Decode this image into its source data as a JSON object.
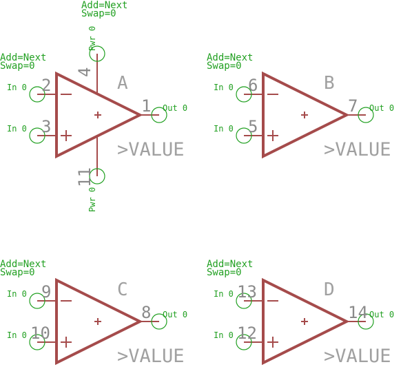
{
  "colors": {
    "body": "#a54b4b",
    "pin": "#22a022",
    "label": "#8a8a8a"
  },
  "attr": {
    "add": "Add=Next",
    "swap": "Swap=0"
  },
  "value_text": ">VALUE",
  "power": {
    "upper_num": "4",
    "upper_label": "Pwr 0",
    "lower_num": "11",
    "lower_label": "Pwr 0"
  },
  "gates": [
    {
      "name": "A",
      "minus_num": "2",
      "plus_num": "3",
      "out_num": "1",
      "in_label": "In 0",
      "out_label": "Out 0"
    },
    {
      "name": "B",
      "minus_num": "6",
      "plus_num": "5",
      "out_num": "7",
      "in_label": "In 0",
      "out_label": "Out 0"
    },
    {
      "name": "C",
      "minus_num": "9",
      "plus_num": "10",
      "out_num": "8",
      "in_label": "In 0",
      "out_label": "Out 0"
    },
    {
      "name": "D",
      "minus_num": "13",
      "plus_num": "12",
      "out_num": "14",
      "in_label": "In 0",
      "out_label": "Out 0"
    }
  ]
}
